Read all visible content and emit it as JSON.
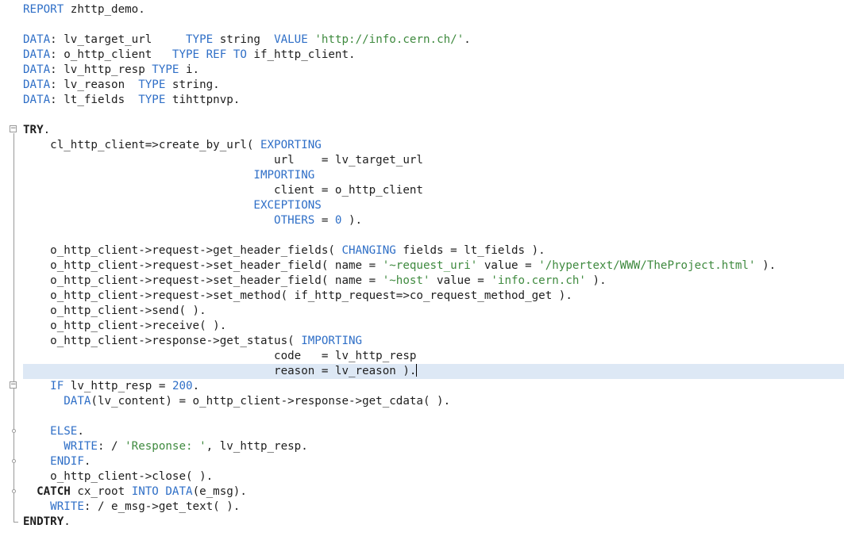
{
  "editor": {
    "current_line": 25,
    "lines": [
      [
        {
          "t": "REPORT",
          "c": "kw"
        },
        {
          "t": " zhttp_demo.",
          "c": "id"
        }
      ],
      [],
      [
        {
          "t": "DATA",
          "c": "kw"
        },
        {
          "t": ": lv_target_url     ",
          "c": "id"
        },
        {
          "t": "TYPE",
          "c": "kw"
        },
        {
          "t": " string  ",
          "c": "id"
        },
        {
          "t": "VALUE",
          "c": "kw"
        },
        {
          "t": " ",
          "c": "id"
        },
        {
          "t": "'http://info.cern.ch/'",
          "c": "str"
        },
        {
          "t": ".",
          "c": "id"
        }
      ],
      [
        {
          "t": "DATA",
          "c": "kw"
        },
        {
          "t": ": o_http_client   ",
          "c": "id"
        },
        {
          "t": "TYPE REF TO",
          "c": "kw"
        },
        {
          "t": " if_http_client.",
          "c": "id"
        }
      ],
      [
        {
          "t": "DATA",
          "c": "kw"
        },
        {
          "t": ": lv_http_resp ",
          "c": "id"
        },
        {
          "t": "TYPE",
          "c": "kw"
        },
        {
          "t": " i.",
          "c": "id"
        }
      ],
      [
        {
          "t": "DATA",
          "c": "kw"
        },
        {
          "t": ": lv_reason  ",
          "c": "id"
        },
        {
          "t": "TYPE",
          "c": "kw"
        },
        {
          "t": " string.",
          "c": "id"
        }
      ],
      [
        {
          "t": "DATA",
          "c": "kw"
        },
        {
          "t": ": lt_fields  ",
          "c": "id"
        },
        {
          "t": "TYPE",
          "c": "kw"
        },
        {
          "t": " tihttpnvp.",
          "c": "id"
        }
      ],
      [],
      [
        {
          "t": "TRY",
          "c": "kwb"
        },
        {
          "t": ".",
          "c": "id"
        }
      ],
      [
        {
          "t": "    cl_http_client=>create_by_url( ",
          "c": "id"
        },
        {
          "t": "EXPORTING",
          "c": "kw"
        }
      ],
      [
        {
          "t": "                                     url    = lv_target_url",
          "c": "id"
        }
      ],
      [
        {
          "t": "                                  ",
          "c": "id"
        },
        {
          "t": "IMPORTING",
          "c": "kw"
        }
      ],
      [
        {
          "t": "                                     client = o_http_client",
          "c": "id"
        }
      ],
      [
        {
          "t": "                                  ",
          "c": "id"
        },
        {
          "t": "EXCEPTIONS",
          "c": "kw"
        }
      ],
      [
        {
          "t": "                                     ",
          "c": "id"
        },
        {
          "t": "OTHERS",
          "c": "kw"
        },
        {
          "t": " = ",
          "c": "id"
        },
        {
          "t": "0",
          "c": "num"
        },
        {
          "t": " ).",
          "c": "id"
        }
      ],
      [],
      [
        {
          "t": "    o_http_client->request->get_header_fields( ",
          "c": "id"
        },
        {
          "t": "CHANGING",
          "c": "kw"
        },
        {
          "t": " fields = lt_fields ).",
          "c": "id"
        }
      ],
      [
        {
          "t": "    o_http_client->request->set_header_field( name = ",
          "c": "id"
        },
        {
          "t": "'~request_uri'",
          "c": "str"
        },
        {
          "t": " value = ",
          "c": "id"
        },
        {
          "t": "'/hypertext/WWW/TheProject.html'",
          "c": "str"
        },
        {
          "t": " ).",
          "c": "id"
        }
      ],
      [
        {
          "t": "    o_http_client->request->set_header_field( name = ",
          "c": "id"
        },
        {
          "t": "'~host'",
          "c": "str"
        },
        {
          "t": " value = ",
          "c": "id"
        },
        {
          "t": "'info.cern.ch'",
          "c": "str"
        },
        {
          "t": " ).",
          "c": "id"
        }
      ],
      [
        {
          "t": "    o_http_client->request->set_method( if_http_request=>co_request_method_get ).",
          "c": "id"
        }
      ],
      [
        {
          "t": "    o_http_client->send( ).",
          "c": "id"
        }
      ],
      [
        {
          "t": "    o_http_client->receive( ).",
          "c": "id"
        }
      ],
      [
        {
          "t": "    o_http_client->response->get_status( ",
          "c": "id"
        },
        {
          "t": "IMPORTING",
          "c": "kw"
        }
      ],
      [
        {
          "t": "                                     code   = lv_http_resp",
          "c": "id"
        }
      ],
      [
        {
          "t": "                                     reason = lv_reason ).",
          "c": "id"
        }
      ],
      [
        {
          "t": "    ",
          "c": "id"
        },
        {
          "t": "IF",
          "c": "kw"
        },
        {
          "t": " lv_http_resp = ",
          "c": "id"
        },
        {
          "t": "200",
          "c": "num"
        },
        {
          "t": ".",
          "c": "id"
        }
      ],
      [
        {
          "t": "      ",
          "c": "id"
        },
        {
          "t": "DATA",
          "c": "kw"
        },
        {
          "t": "(lv_content) = o_http_client->response->get_cdata( ).",
          "c": "id"
        }
      ],
      [],
      [
        {
          "t": "    ",
          "c": "id"
        },
        {
          "t": "ELSE",
          "c": "kw"
        },
        {
          "t": ".",
          "c": "id"
        }
      ],
      [
        {
          "t": "      ",
          "c": "id"
        },
        {
          "t": "WRITE",
          "c": "kw"
        },
        {
          "t": ": / ",
          "c": "id"
        },
        {
          "t": "'Response: '",
          "c": "str"
        },
        {
          "t": ", lv_http_resp.",
          "c": "id"
        }
      ],
      [
        {
          "t": "    ",
          "c": "id"
        },
        {
          "t": "ENDIF",
          "c": "kw"
        },
        {
          "t": ".",
          "c": "id"
        }
      ],
      [
        {
          "t": "    o_http_client->close( ).",
          "c": "id"
        }
      ],
      [
        {
          "t": "  ",
          "c": "id"
        },
        {
          "t": "CATCH",
          "c": "kwb"
        },
        {
          "t": " cx_root ",
          "c": "id"
        },
        {
          "t": "INTO DATA",
          "c": "kw"
        },
        {
          "t": "(e_msg).",
          "c": "id"
        }
      ],
      [
        {
          "t": "    ",
          "c": "id"
        },
        {
          "t": "WRITE",
          "c": "kw"
        },
        {
          "t": ": / e_msg->get_text( ).",
          "c": "id"
        }
      ],
      [
        {
          "t": "ENDTRY",
          "c": "kwb"
        },
        {
          "t": ".",
          "c": "id"
        }
      ]
    ]
  },
  "gutter": {
    "fold_toggle_symbol": "⊟"
  }
}
